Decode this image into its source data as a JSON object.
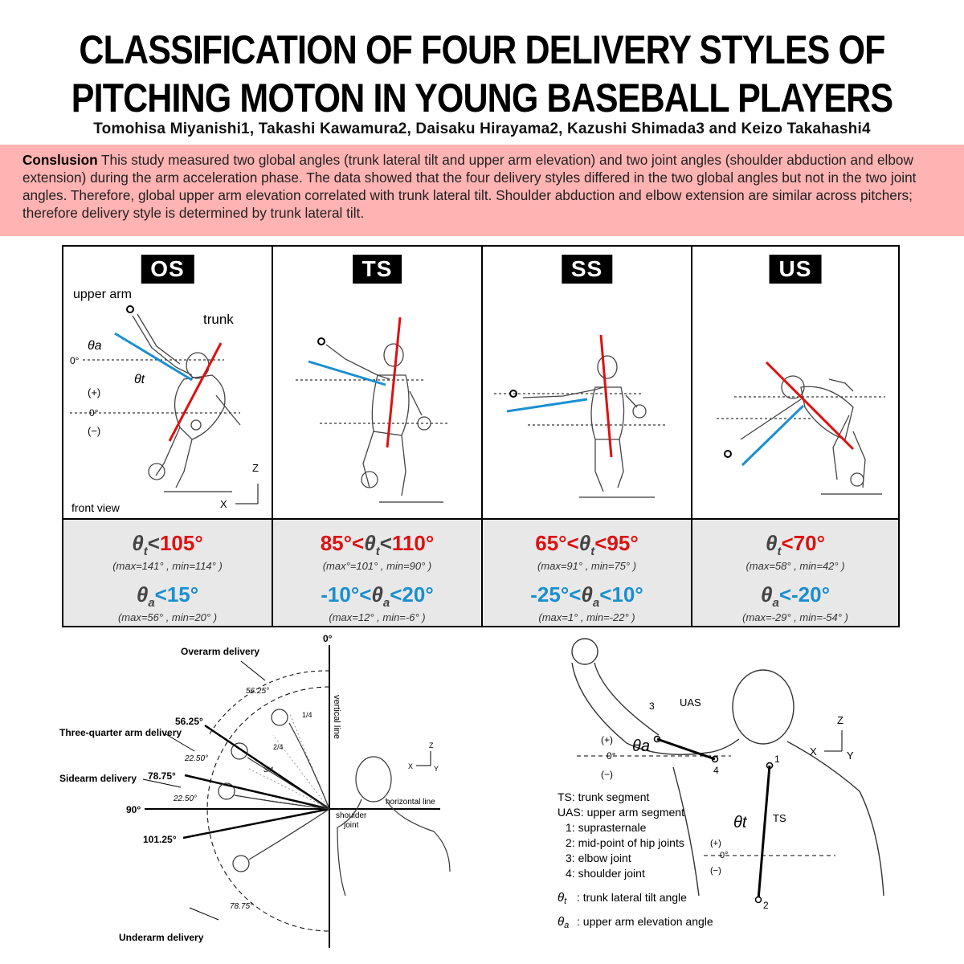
{
  "title_line1": "CLASSIFICATION OF FOUR DELIVERY STYLES OF",
  "title_line2": "PITCHING MOTON IN YOUNG BASEBALL PLAYERS",
  "authors": "Tomohisa Miyanishi1, Takashi Kawamura2, Daisaku Hirayama2, Kazushi Shimada3 and Keizo Takahashi4",
  "conclusion": {
    "label": "Conslusion",
    "text": " This study measured two global angles (trunk lateral tilt and upper arm elevation) and two joint angles (shoulder abduction and elbow extension) during the arm acceleration phase. The data showed that the four delivery styles differed in the two global angles but not in the two joint angles. Therefore, global upper arm elevation correlated with trunk lateral tilt. Shoulder abduction and elbow extension are similar across pitchers; therefore delivery style is determined by trunk lateral tilt."
  },
  "panels": [
    {
      "tag": "OS",
      "eq_t_pre": "",
      "eq_t_var": "θt",
      "eq_t_post": "<105°",
      "sub_t": "(max=141° , min=114° )",
      "eq_a_pre": "",
      "eq_a_post": "<15°",
      "sub_a": "(max=56° , min=20° )"
    },
    {
      "tag": "TS",
      "eq_t_pre": "85°<",
      "eq_t_var": "θt",
      "eq_t_post": "<110°",
      "sub_t": "(max°=101° , min=90° )",
      "eq_a_pre": "-10°<",
      "eq_a_post": "<20°",
      "sub_a": "(max=12° , min=-6° )"
    },
    {
      "tag": "SS",
      "eq_t_pre": "65°<",
      "eq_t_var": "θt",
      "eq_t_post": "<95°",
      "sub_t": "(max=91° , min=75° )",
      "eq_a_pre": "-25°<",
      "eq_a_post": "<10°",
      "sub_a": "(max=1° , min=-22° )"
    },
    {
      "tag": "US",
      "eq_t_pre": "",
      "eq_t_var": "θt",
      "eq_t_post": "<70°",
      "sub_t": "(max=58° , min=42° )",
      "eq_a_pre": "",
      "eq_a_post": "<-20°",
      "sub_a": "(max=-29° , min=-54° )"
    }
  ],
  "os_labels": {
    "upper_arm": "upper arm",
    "trunk": "trunk",
    "theta_a": "θa",
    "theta_t": "θt",
    "zero1": "0°",
    "plus": "(+)",
    "zero2": "0°",
    "minus": "(−)",
    "front_view": "front view",
    "z": "Z",
    "x": "X"
  },
  "bottom_left": {
    "zero": "0°",
    "overarm": "Overarm delivery",
    "a5625": "56.25°",
    "three_quarter": "Three-quarter arm delivery",
    "a5625b": "56.25°",
    "a2250": "22.50°",
    "sidearm": "Sidearm delivery",
    "a7875": "78.75°",
    "a2250b": "22.50°",
    "ninety": "90°",
    "a10125": "101.25°",
    "underarm": "Underarm delivery",
    "a7875b": "78.75°",
    "vertical": "vertical line",
    "horizontal": "horizontal line",
    "shoulder": "shoulder",
    "joint": "joint",
    "q1": "1/4",
    "q2": "2/4",
    "q3": "3/4",
    "z": "Z",
    "x": "X",
    "y": "Y"
  },
  "bottom_right": {
    "uas": "UAS",
    "three": "3",
    "theta_a": "θa",
    "plus": "(+)",
    "zero": "0°",
    "minus": "(−)",
    "four": "4",
    "one": "1",
    "two": "2",
    "theta_t": "θt",
    "ts": "TS",
    "plus2": "(+)",
    "zero2": "0°",
    "minus2": "(−)",
    "z": "Z",
    "x": "X",
    "y": "Y",
    "legend": [
      "TS: trunk segment",
      "UAS: upper arm segment",
      "  1: suprasternale",
      "  2: mid-point of hip joints",
      "  3: elbow joint",
      "  4: shoulder joint"
    ],
    "tt": ": trunk lateral tilt angle",
    "ta": ": upper arm elevation angle"
  },
  "colors": {
    "red": "#d11",
    "blue": "#1a8fd0",
    "pink": "#ffb3b3"
  }
}
